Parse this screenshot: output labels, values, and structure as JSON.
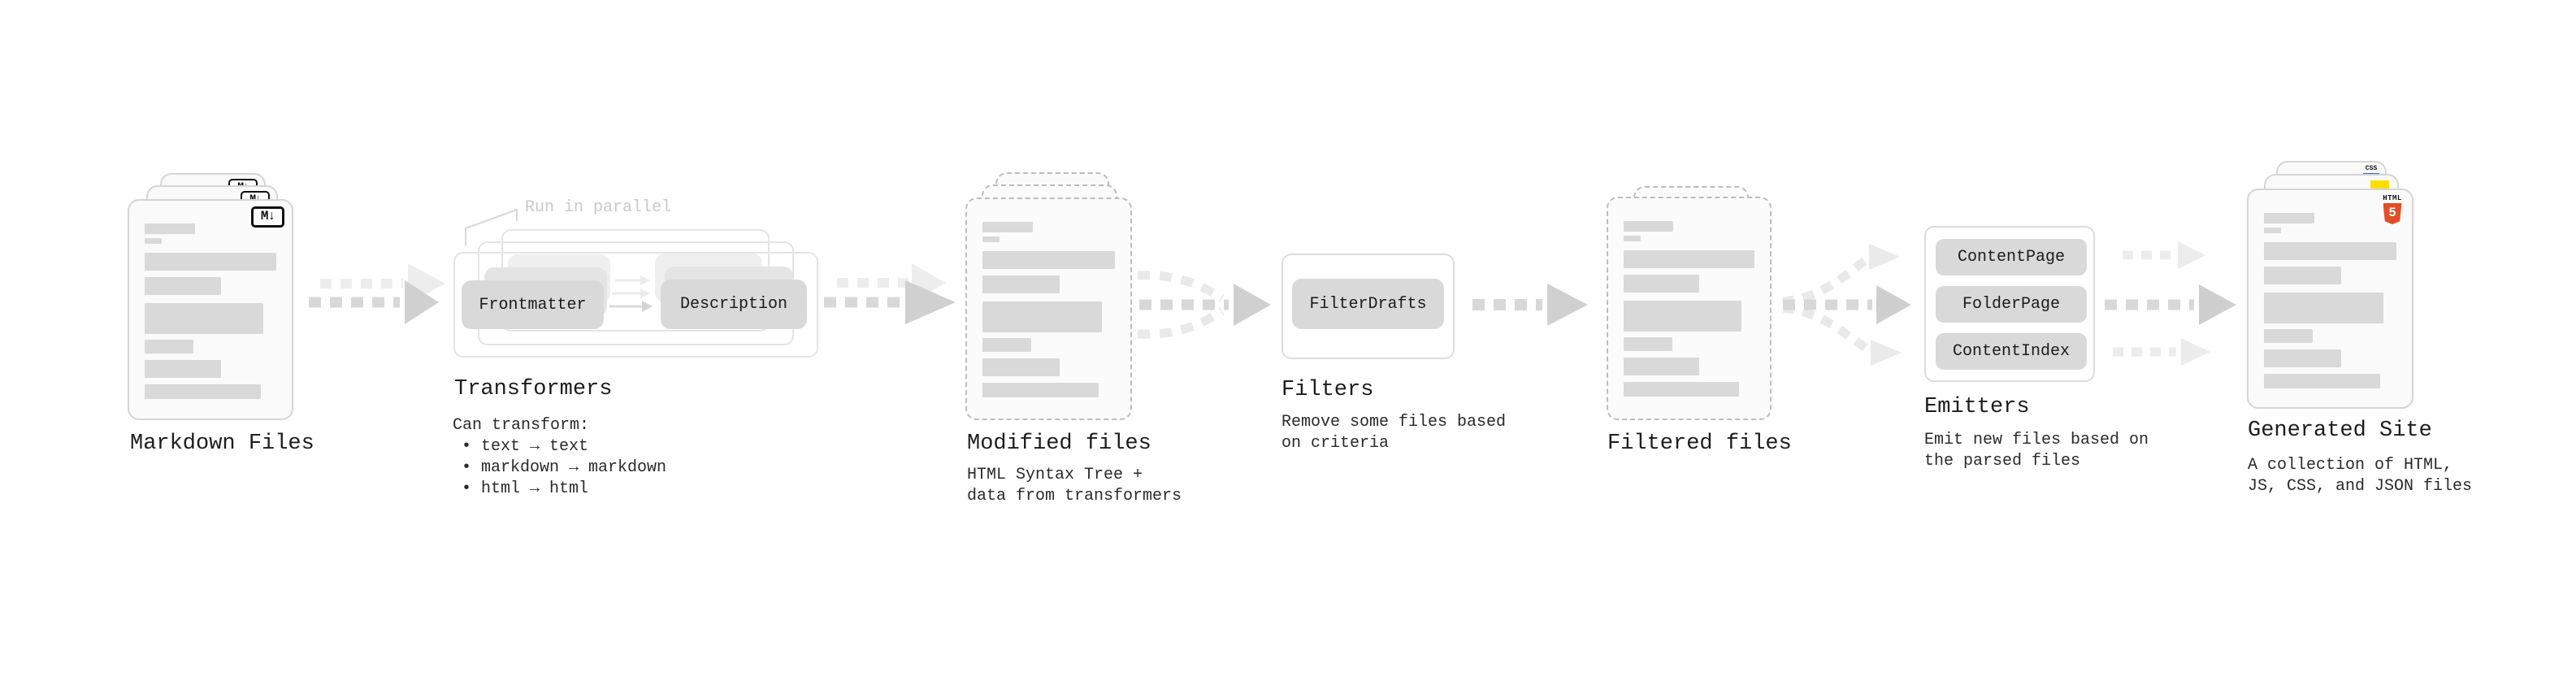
{
  "stages": {
    "markdown": {
      "label": "Markdown Files",
      "icon": "M↓"
    },
    "transformers": {
      "title": "Transformers",
      "annotation": "Run in parallel",
      "pill_left": "Frontmatter",
      "pill_right": "Description",
      "desc_heading": "Can transform:",
      "bullets": [
        "• text → text",
        "• markdown → markdown",
        "• html → html"
      ]
    },
    "modified": {
      "title": "Modified files",
      "desc": [
        "HTML Syntax Tree +",
        "data from transformers"
      ]
    },
    "filters": {
      "title": "Filters",
      "pill": "FilterDrafts",
      "desc": [
        "Remove some files based",
        "on criteria"
      ]
    },
    "filtered": {
      "title": "Filtered files"
    },
    "emitters": {
      "title": "Emitters",
      "pills": [
        "ContentPage",
        "FolderPage",
        "ContentIndex"
      ],
      "desc": [
        "Emit new files based on",
        "the parsed files"
      ]
    },
    "generated": {
      "title": "Generated Site",
      "desc": [
        "A collection of HTML,",
        "JS, CSS, and JSON files"
      ],
      "badges": {
        "html_label": "HTML",
        "html_number": "5",
        "css_label": "CSS"
      }
    }
  },
  "colors": {
    "html5_orange": "#e44d26",
    "js_yellow": "#ffdf00",
    "css_blue": "#2b68e8",
    "card_bg": "#fafafa",
    "placeholder_bar": "#d9d9d9",
    "arrow_gray": "#d2d2d2",
    "arrow_light": "#ececec",
    "text_dark": "#1d1d1d",
    "text_muted": "#c9c9c9"
  }
}
